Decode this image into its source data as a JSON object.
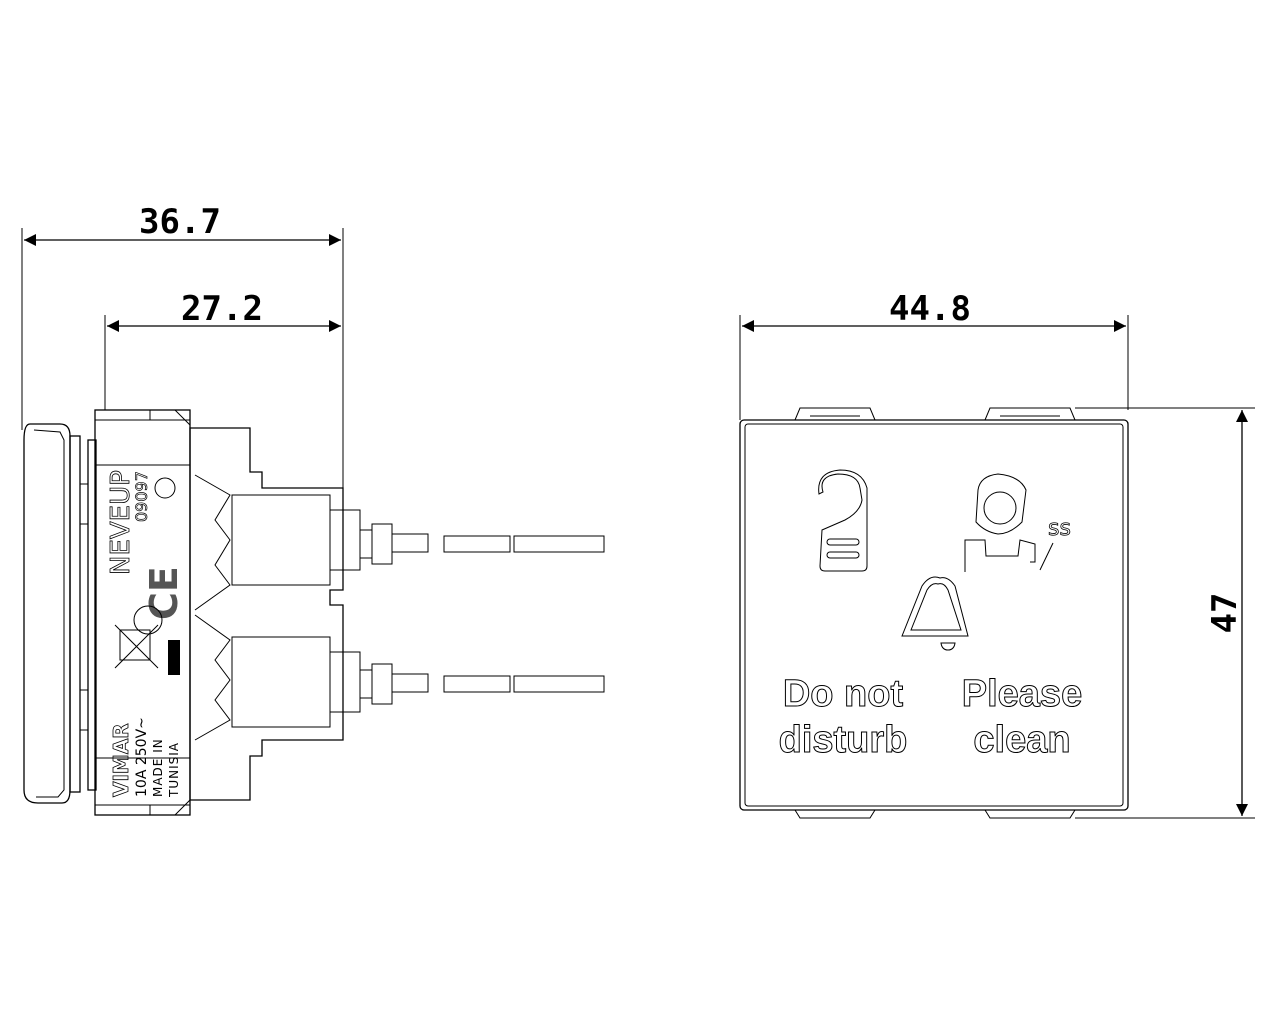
{
  "dimensions": {
    "overall_depth": "36.7",
    "body_depth": "27.2",
    "width": "44.8",
    "height": "47"
  },
  "side_marking": {
    "model": "NEVEUP",
    "code": "09097",
    "brand": "VIMAR",
    "rating": "10A 250V~",
    "made_in": "MADE IN",
    "country": "TUNISIA",
    "ce": "CE"
  },
  "front": {
    "left_label_line1": "Do not",
    "left_label_line2": "disturb",
    "right_label_line1": "Please",
    "right_label_line2": "clean",
    "icons": [
      "door-hanger-icon",
      "cleaning-maid-icon",
      "bell-icon"
    ]
  }
}
